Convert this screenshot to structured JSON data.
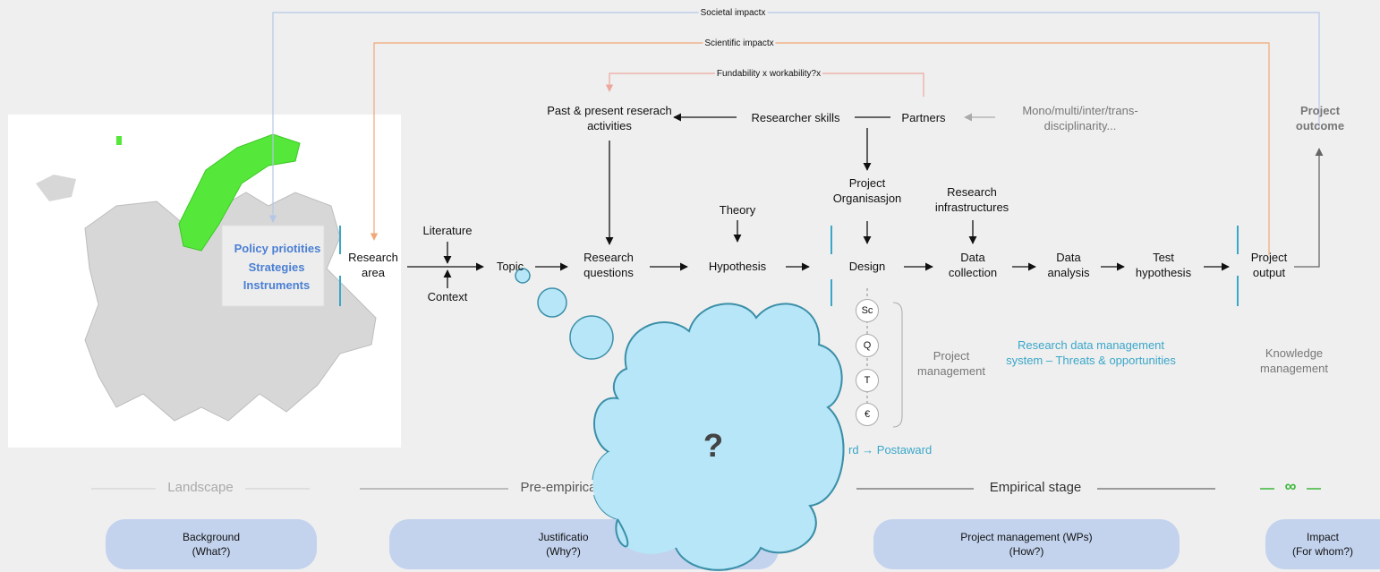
{
  "impacts": {
    "societal": "Societal impactx",
    "scientific": "Scientific impactx",
    "fundability": "Fundability x workability?x"
  },
  "map": {
    "policy": "Policy priotities",
    "strategies": "Strategies",
    "instruments": "Instruments"
  },
  "nodes": {
    "research_area": "Research area",
    "literature": "Literature",
    "context": "Context",
    "topic": "Topic",
    "research_questions": "Research questions",
    "past_present": "Past & present reserach activities",
    "researcher_skills": "Researcher skills",
    "partners": "Partners",
    "disciplinarity": "Mono/multi/inter/trans-disciplinarity...",
    "theory": "Theory",
    "hypothesis": "Hypothesis",
    "project_org": "Project Organisasjon",
    "design": "Design",
    "research_infra": "Research infrastructures",
    "data_collection": "Data collection",
    "data_analysis": "Data analysis",
    "test_hypothesis": "Test hypothesis",
    "project_output": "Project output",
    "project_outcome": "Project outcome"
  },
  "management": {
    "circles": [
      "Sc",
      "Q",
      "T",
      "€"
    ],
    "project_management": "Project management",
    "rdm": "Research data management system – Threats & opportunities",
    "knowledge": "Knowledge management",
    "postaward": "rd → Postaward"
  },
  "cloud": {
    "symbol": "?"
  },
  "stages": {
    "landscape": "Landscape",
    "pre_empirical": "Pre-empirica",
    "empirical": "Empirical stage",
    "impact_symbol": "∞"
  },
  "pills": [
    {
      "title": "Background",
      "sub": "(What?)"
    },
    {
      "title": "Justificatio",
      "sub": "(Why?)"
    },
    {
      "title": "Project management (WPs)",
      "sub": "(How?)"
    },
    {
      "title": "Impact",
      "sub": "(For whom?)"
    }
  ],
  "colors": {
    "societal_line": "#b4c8e6",
    "scientific_line": "#f0a878",
    "fundability_line": "#eea79d",
    "teal": "#3aa7c9",
    "pill": "#c3d3ee",
    "cloud": "#b6e6f7",
    "map_highlight": "#55e83a"
  }
}
